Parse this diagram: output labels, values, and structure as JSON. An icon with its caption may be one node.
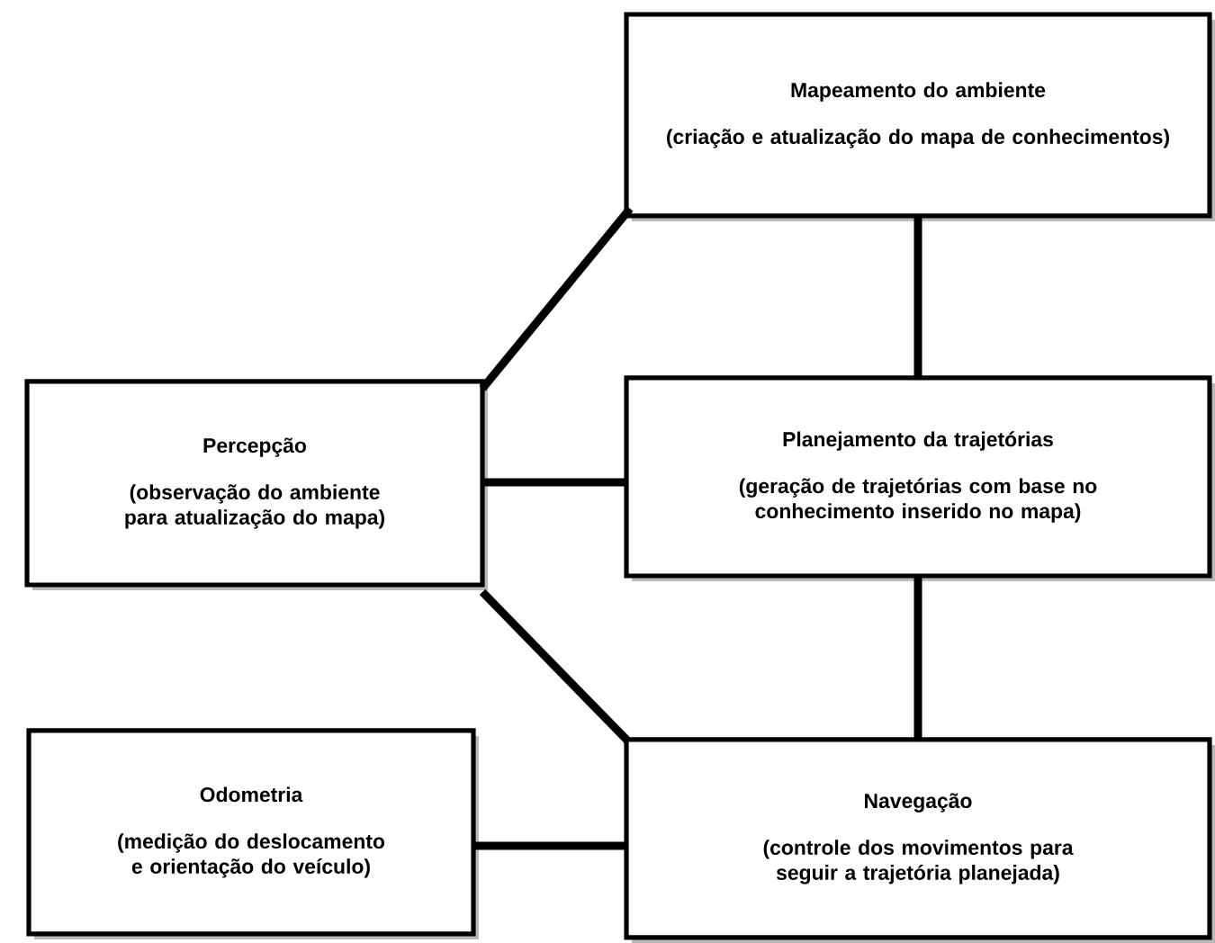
{
  "diagram": {
    "nodes": [
      {
        "text": [
          "Mapeamento do ambiente",
          "(criação e atualização do mapa de conhecimentos)"
        ]
      },
      {
        "text": [
          "Percepção",
          "(observação do ambiente para atualização do mapa)"
        ]
      },
      {
        "text": [
          "Planejamento da trajetórias",
          "(geração de trajetórias com base no conhecimento inserido no mapa)"
        ]
      },
      {
        "text": [
          "Odometria",
          "(medição do deslocamento e orientação do veículo)"
        ]
      },
      {
        "text": [
          "Navegação",
          "(controle dos movimentos para seguir a trajetória planejada)"
        ]
      }
    ],
    "edges": [
      {
        "from": 1,
        "to": 0,
        "arrow": "none"
      },
      {
        "from": 1,
        "to": 2,
        "arrow": "none"
      },
      {
        "from": 0,
        "to": 2,
        "arrow": "none"
      },
      {
        "from": 2,
        "to": 4,
        "arrow": "none"
      },
      {
        "from": 1,
        "to": 4,
        "arrow": "none"
      },
      {
        "from": 3,
        "to": 4,
        "arrow": "none"
      }
    ]
  }
}
